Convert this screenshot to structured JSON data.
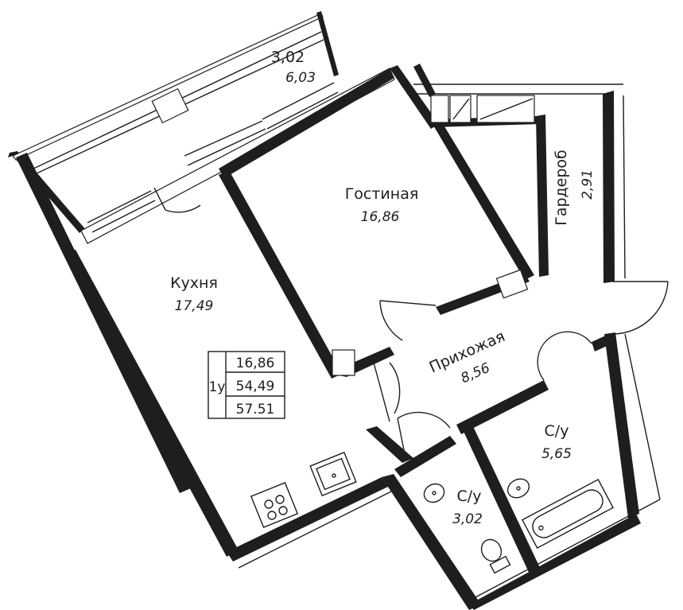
{
  "rooms": {
    "balcony": {
      "name": "3,02",
      "area": "6,03"
    },
    "living": {
      "name": "Гостиная",
      "area": "16,86"
    },
    "wardrobe": {
      "name": "Гардероб",
      "area": "2,91"
    },
    "kitchen": {
      "name": "Кухня",
      "area": "17,49"
    },
    "hall": {
      "name": "Прихожая",
      "area": "8,56"
    },
    "bath_big": {
      "name": "С/у",
      "area": "5,65"
    },
    "bath_small": {
      "name": "С/у",
      "area": "3,02"
    }
  },
  "summary": {
    "type": "1у",
    "living_area": "16,86",
    "total_area": "54,49",
    "total_with_balcony": "57.51"
  }
}
